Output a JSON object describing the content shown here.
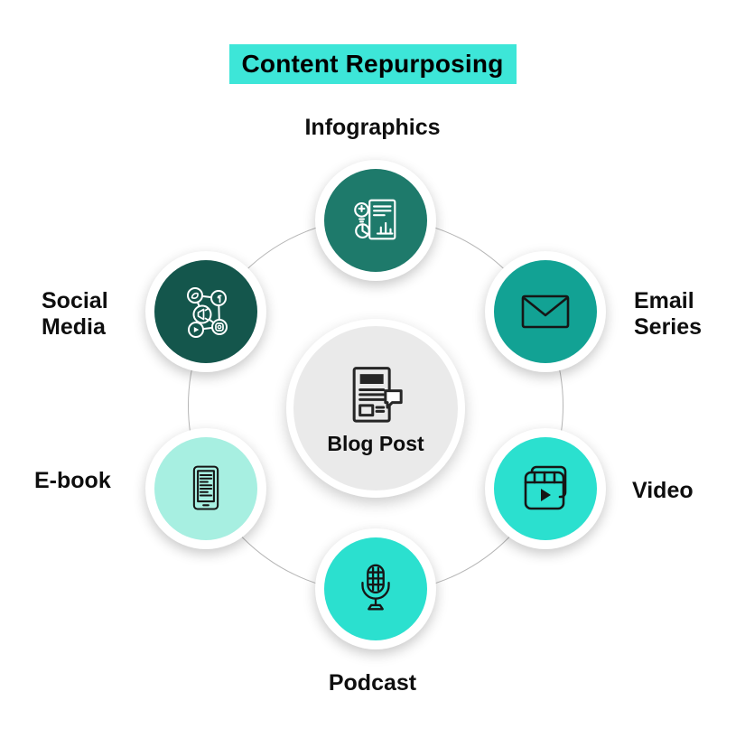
{
  "title": "Content Repurposing",
  "colors": {
    "title_highlight": "#3de6d8",
    "connector_ring": "#b5b5b5",
    "page_bg": "#ffffff",
    "label_text": "#0e0e0e"
  },
  "center": {
    "label": "Blog Post",
    "icon": "blog-post-icon",
    "bg": "#eaeaea",
    "icon_color": "#262626"
  },
  "nodes": [
    {
      "id": "infographics",
      "label": "Infographics",
      "icon": "infographics-icon",
      "bg": "#1e7a6b",
      "icon_color": "#ffffff"
    },
    {
      "id": "social-media",
      "label": "Social Media",
      "icon": "social-media-icon",
      "bg": "#14564c",
      "icon_color": "#ffffff"
    },
    {
      "id": "email-series",
      "label": "Email Series",
      "icon": "email-icon",
      "bg": "#12a294",
      "icon_color": "#161616"
    },
    {
      "id": "ebook",
      "label": "E-book",
      "icon": "ebook-icon",
      "bg": "#a7efe1",
      "icon_color": "#161616"
    },
    {
      "id": "video",
      "label": "Video",
      "icon": "video-icon",
      "bg": "#2be0cf",
      "icon_color": "#161616"
    },
    {
      "id": "podcast",
      "label": "Podcast",
      "icon": "podcast-icon",
      "bg": "#2be0cf",
      "icon_color": "#161616"
    }
  ]
}
